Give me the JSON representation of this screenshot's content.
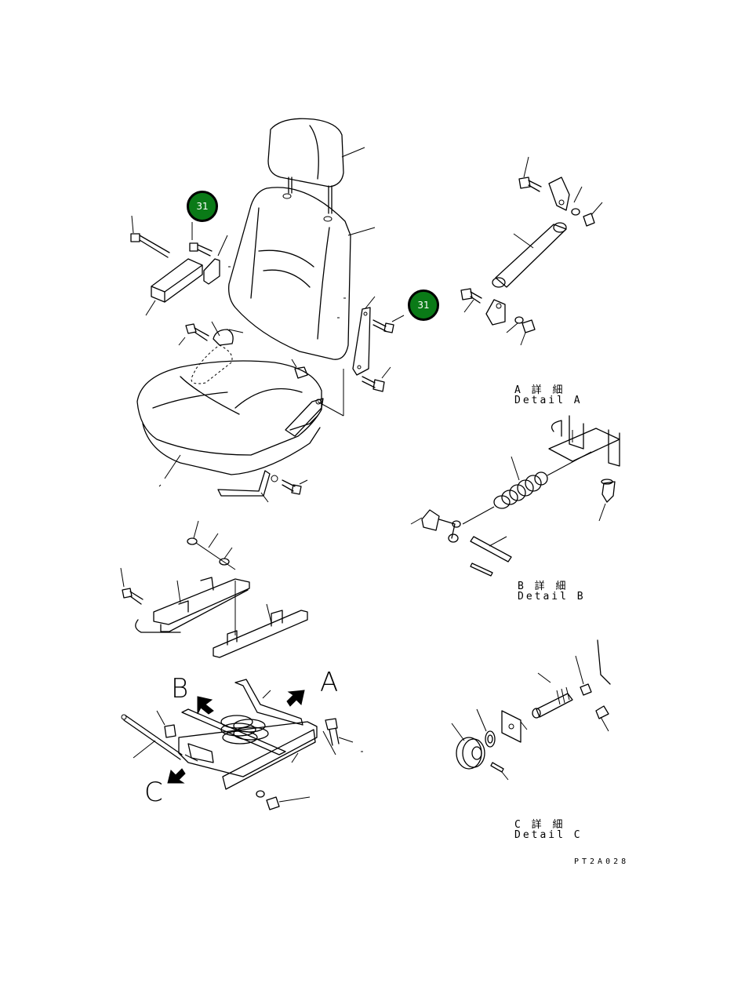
{
  "callouts": [
    {
      "id": "callout-1",
      "label": "31"
    },
    {
      "id": "callout-2",
      "label": "31"
    }
  ],
  "details": {
    "a": {
      "jp": "A 詳 細",
      "en": "Detail A"
    },
    "b": {
      "jp": "B 詳 細",
      "en": "Detail B"
    },
    "c": {
      "jp": "C 詳 細",
      "en": "Detail C"
    }
  },
  "view_letters": {
    "a": "A",
    "b": "B",
    "c": "C"
  },
  "drawing_code": "PT2A028",
  "colors": {
    "callout_fill": "#0a7a17",
    "line": "#000000",
    "background": "#ffffff"
  }
}
